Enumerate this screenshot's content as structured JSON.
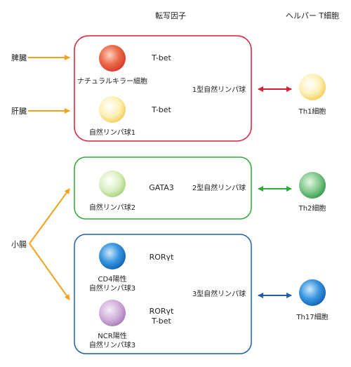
{
  "headers": {
    "transcription_factor": "転写因子",
    "helper_t": "ヘルパー T細胞"
  },
  "organs": {
    "spleen": "脾臓",
    "liver": "肝臓",
    "small_intestine": "小腸"
  },
  "group1": {
    "color": "#d81f33",
    "cells": [
      {
        "label": "ナチュラルキラー細胞",
        "tf": "T-bet",
        "color": "#e8503a"
      },
      {
        "label": "自然リンパ球1",
        "tf": "T-bet",
        "color": "#fbe48a"
      }
    ],
    "type_label": "1型自然リンパ球",
    "arrow_color": "#d81f33",
    "helper": {
      "label": "Th1細胞",
      "color": "#fbe48a"
    }
  },
  "group2": {
    "color": "#2faa3c",
    "cells": [
      {
        "label": "自然リンパ球2",
        "tf": "GATA3",
        "color": "#cde7a6"
      }
    ],
    "type_label": "2型自然リンパ球",
    "arrow_color": "#2faa3c",
    "helper": {
      "label": "Th2細胞",
      "color": "#7cc68a"
    }
  },
  "group3": {
    "color": "#1f5fa8",
    "cells": [
      {
        "label_line1": "CD4陽性",
        "label_line2": "自然リンパ球3",
        "tf_line1": "RORγt",
        "color": "#1f82d6"
      },
      {
        "label_line1": "NCR陽性",
        "label_line2": "自然リンパ球3",
        "tf_line1": "RORγt",
        "tf_line2": "T-bet",
        "color": "#c9a3d3"
      }
    ],
    "type_label": "3型自然リンパ球",
    "arrow_color": "#1f5fa8",
    "helper": {
      "label": "Th17細胞",
      "color": "#1f82d6"
    }
  },
  "colors": {
    "organ_arrow": "#f2a21e"
  }
}
